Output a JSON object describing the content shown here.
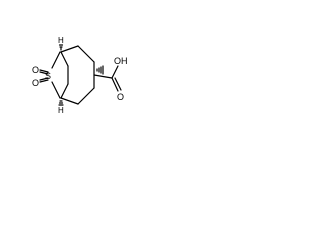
{
  "molecule": {
    "labels": {
      "sulfur": "S",
      "oxo_top": "O",
      "oxo_bottom": "O",
      "carbonyl_o": "O",
      "hydroxyl": "OH",
      "h_top": "H",
      "h_bottom": "H"
    },
    "colors": {
      "bond": "#000000",
      "background": "#ffffff"
    }
  }
}
